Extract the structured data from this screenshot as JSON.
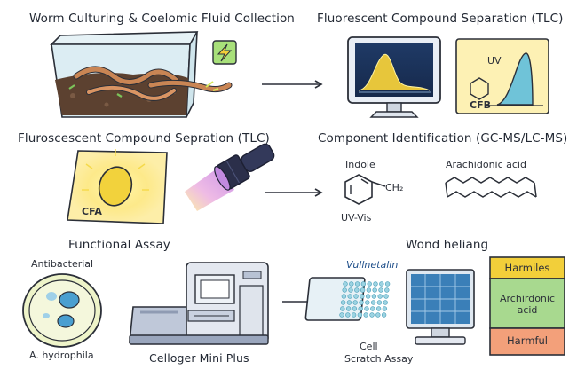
{
  "panels": {
    "worm": {
      "title": "Worm Culturing & Coelomic Fluid Collection"
    },
    "tlc_top": {
      "title": "Fluorescent Compound Separation (TLC)",
      "uv_label": "UV",
      "cfb_label": "CFB"
    },
    "tlc_mid": {
      "title": "Fluroscescent Compound Sepration (TLC)",
      "cfa_label": "CFA"
    },
    "component": {
      "title": "Component Identification (GC-MS/LC-MS)",
      "indole_label": "Indole",
      "ch2_label": "CH₂",
      "uvvis_label": "UV-Vis",
      "arachidonic_label": "Arachidonic acid"
    },
    "functional": {
      "title": "Functional Assay",
      "antibacterial_label": "Antibacterial",
      "organism_label": "A. hydrophila",
      "device_label": "Celloger Mini Plus"
    },
    "healing": {
      "title": "Wond heliang",
      "vulnetalin_label": "Vullnetalin",
      "cell_label": "Cell",
      "scratch_label": "Scratch Assay"
    },
    "legend": {
      "top": "Harmiles",
      "middle": "Archirdonic acid",
      "bottom": "Harmful"
    }
  },
  "colors": {
    "yellow": "#f2cf3a",
    "pale_yellow": "#fdf1b4",
    "teal": "#3f99b7",
    "green": "#a8d98f",
    "salmon": "#f3a07a",
    "navy": "#2b2f4a",
    "purple": "#c28ae0",
    "worm": "#c98554",
    "soil": "#5c4130"
  },
  "icons": [
    "lightning-icon",
    "arrow-right-icon",
    "flashlight-icon",
    "monitor-icon",
    "petri-dish-icon",
    "incubator-icon",
    "microplate-icon",
    "indole-structure-icon",
    "fatty-acid-chain-icon"
  ]
}
